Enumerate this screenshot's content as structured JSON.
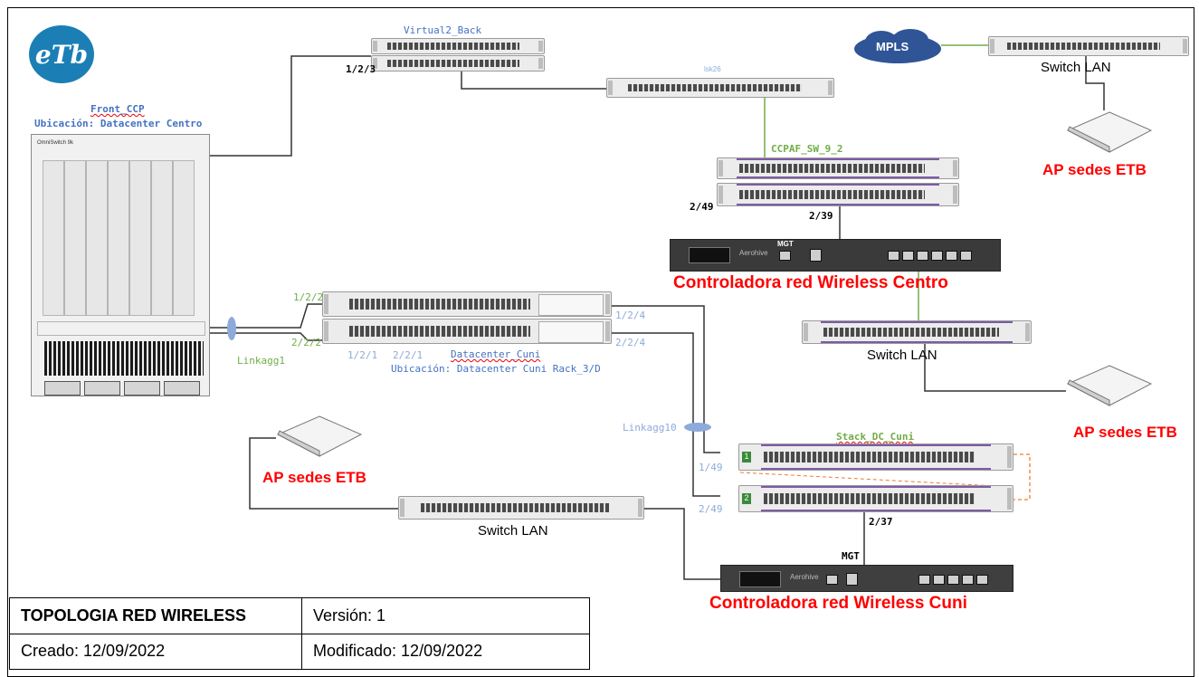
{
  "logo": {
    "text": "eTb",
    "color": "#1b7fb5"
  },
  "front": {
    "name": "Front_CCP",
    "location": "Ubicación: Datacenter Centro",
    "model_text": "OmniSwitch 9k"
  },
  "switches": {
    "virtual2_back": "Virtual2_Back",
    "lsk": "lsk26",
    "ccpaf": "CCPAF_SW_9_2",
    "datacenter_cuni": "Datacenter_Cuni",
    "datacenter_cuni_location": "Ubicación: Datacenter Cuni Rack_3/D",
    "stack": "Stack_DC_Cuni",
    "switch_lan": "Switch LAN"
  },
  "ports": {
    "p123": "1/2/3",
    "p249": "2/49",
    "p239": "2/39",
    "p122": "1/2/2",
    "p222": "2/2/2",
    "p121": "1/2/1",
    "p221": "2/2/1",
    "p124": "1/2/4",
    "p224": "2/2/4",
    "p149": "1/49",
    "p249b": "2/49",
    "p237": "2/37",
    "mgt": "MGT"
  },
  "links": {
    "linkagg1": "Linkagg1",
    "linkagg10": "Linkagg10"
  },
  "mpls": "MPLS",
  "ap_label": "AP sedes ETB",
  "controllers": {
    "centro": "Controladora red Wireless Centro",
    "cuni": "Controladora red Wireless Cuni",
    "brand": "Aerohive"
  },
  "stack_units": [
    "1",
    "2"
  ],
  "legend": {
    "title": "TOPOLOGIA RED WIRELESS",
    "version": "Versión: 1",
    "created": "Creado: 12/09/2022",
    "modified": "Modificado: 12/09/2022"
  },
  "colors": {
    "label_blue": "#4472c4",
    "label_green": "#70ad47",
    "label_red": "#ff0000",
    "link_green": "#70ad47",
    "stack_dashed": "#ed7d31"
  }
}
